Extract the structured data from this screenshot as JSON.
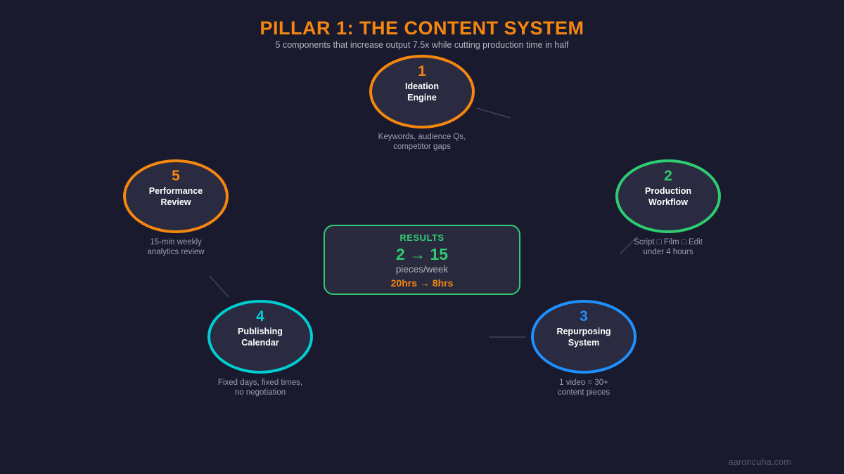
{
  "page": {
    "title": "PILLAR 1: THE CONTENT SYSTEM",
    "subtitle": "5 components that increase output 7.5x while cutting production time in half",
    "watermark": "aaroncuha.com"
  },
  "colors": {
    "background": "#1a1a2e",
    "node_fill": "#2a2a40",
    "orange": "#f5870f",
    "green": "#2ecc71",
    "blue": "#1e90ff",
    "cyan": "#00ced1",
    "muted_text": "#9d9dac",
    "connector": "#41415c"
  },
  "nodes": [
    {
      "number": "1",
      "name_line1": "Ideation",
      "name_line2": "Engine",
      "caption_line1": "Keywords, audience Qs,",
      "caption_line2": "competitor gaps",
      "accent_color": "#f5870f"
    },
    {
      "number": "2",
      "name_line1": "Production",
      "name_line2": "Workflow",
      "caption_line1": "Script □ Film □ Edit",
      "caption_line2": "under 4 hours",
      "accent_color": "#2ecc71"
    },
    {
      "number": "3",
      "name_line1": "Repurposing",
      "name_line2": "System",
      "caption_line1": "1 video = 30+",
      "caption_line2": "content pieces",
      "accent_color": "#1e90ff"
    },
    {
      "number": "4",
      "name_line1": "Publishing",
      "name_line2": "Calendar",
      "caption_line1": "Fixed days, fixed times,",
      "caption_line2": "no negotiation",
      "accent_color": "#00ced1"
    },
    {
      "number": "5",
      "name_line1": "Performance",
      "name_line2": "Review",
      "caption_line1": "15-min weekly",
      "caption_line2": "analytics review",
      "accent_color": "#f5870f"
    }
  ],
  "results": {
    "label": "RESULTS",
    "metric": "2 → 15",
    "unit": "pieces/week",
    "time_change": "20hrs → 8hrs"
  }
}
